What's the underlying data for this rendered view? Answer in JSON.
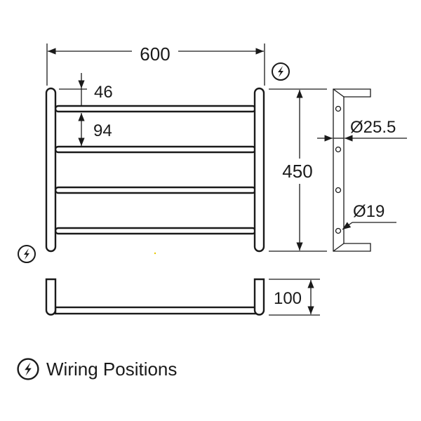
{
  "dimensions": {
    "width": "600",
    "height": "450",
    "top_offset": "46",
    "bar_spacing": "94",
    "rail_diameter": "Ø25.5",
    "bar_diameter": "Ø19",
    "depth": "100"
  },
  "legend": {
    "icon": "lightning-bolt-circle-icon",
    "label": "Wiring Positions"
  },
  "colors": {
    "line": "#1a1a1a",
    "background": "#ffffff"
  }
}
